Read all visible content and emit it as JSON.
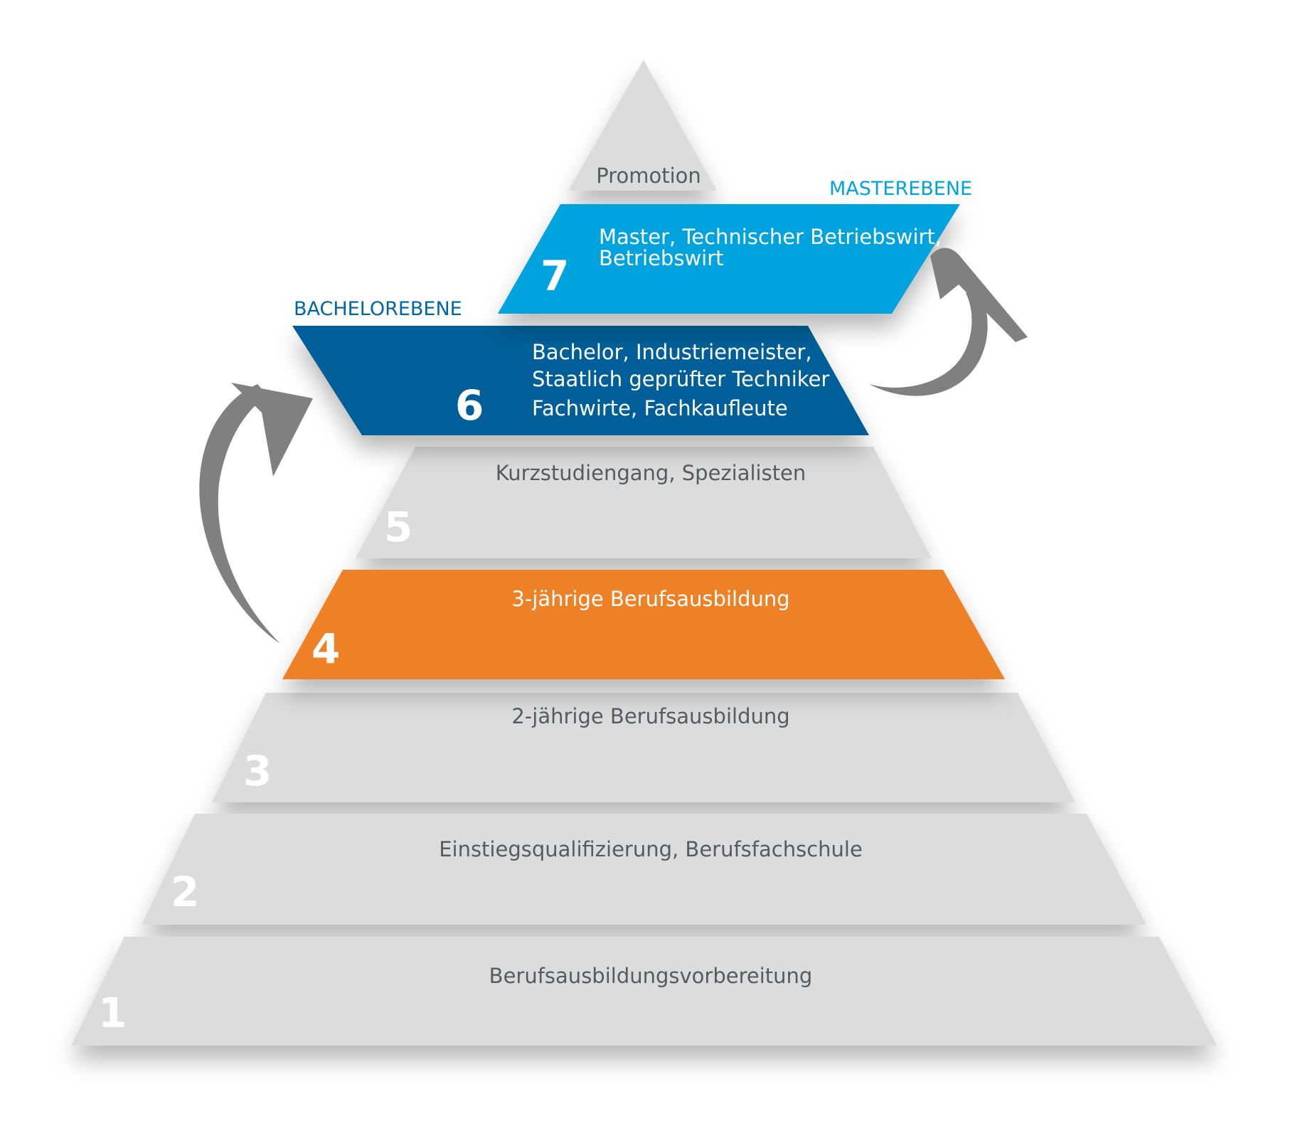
{
  "colors": {
    "level_grey": "#dcdcdd",
    "level_4": "#ee8128",
    "level_6": "#005f98",
    "level_7": "#00a3de",
    "arrow": "#808080",
    "label_grey": "#555b61",
    "tag_bachelor": "#0066a6",
    "tag_master": "#00a3de"
  },
  "tags": {
    "master": "MASTEREBENE",
    "bachelor": "BACHELOREBENE"
  },
  "top": {
    "label": "Promotion"
  },
  "levels": [
    {
      "num": "7",
      "lines": [
        "Master, Technischer Betriebswirt,",
        "Betriebswirt"
      ]
    },
    {
      "num": "6",
      "lines": [
        "Bachelor, Industriemeister,",
        "Staatlich geprüfter Techniker",
        "Fachwirte, Fachkaufleute"
      ]
    },
    {
      "num": "5",
      "lines": [
        "Kurzstudiengang, Spezialisten"
      ]
    },
    {
      "num": "4",
      "lines": [
        "3-jährige Berufsausbildung"
      ]
    },
    {
      "num": "3",
      "lines": [
        "2-jährige Berufsausbildung"
      ]
    },
    {
      "num": "2",
      "lines": [
        "Einstiegsqualifizierung, Berufsfachschule"
      ]
    },
    {
      "num": "1",
      "lines": [
        "Berufsausbildungsvorbereitung"
      ]
    }
  ],
  "icons": [
    "arrow-left-curved-icon",
    "arrow-right-curved-icon"
  ]
}
